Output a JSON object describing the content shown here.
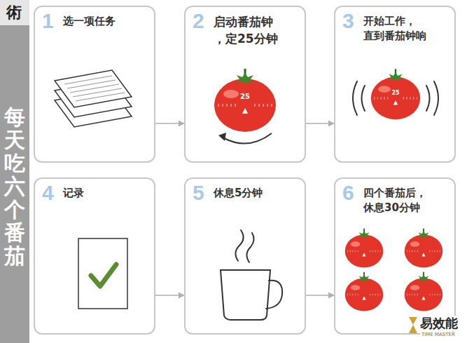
{
  "diagram": {
    "title": "每天吃六个番茄",
    "nodes": [
      {
        "text": [
          "1",
          "选一项任务"
        ]
      },
      {
        "text": [
          "2",
          "启动番茄钟 ，定25分钟"
        ]
      },
      {
        "text": [
          "3",
          "开始工作， 直到番茄钟响"
        ]
      },
      {
        "text": [
          "4",
          "记录"
        ]
      },
      {
        "text": [
          "5",
          "休息5分钟"
        ]
      },
      {
        "text": [
          "6",
          "四个番茄后， 休息30分钟"
        ]
      }
    ],
    "edges": [
      {
        "from": 0,
        "to": 1,
        "arrow": "to"
      },
      {
        "from": 1,
        "to": 2,
        "arrow": "to"
      },
      {
        "from": 3,
        "to": 4,
        "arrow": "to"
      },
      {
        "from": 4,
        "to": 5,
        "arrow": "to"
      }
    ],
    "labels": [
      "術",
      "25",
      "25",
      "易效能",
      "TIME MASTER"
    ]
  }
}
